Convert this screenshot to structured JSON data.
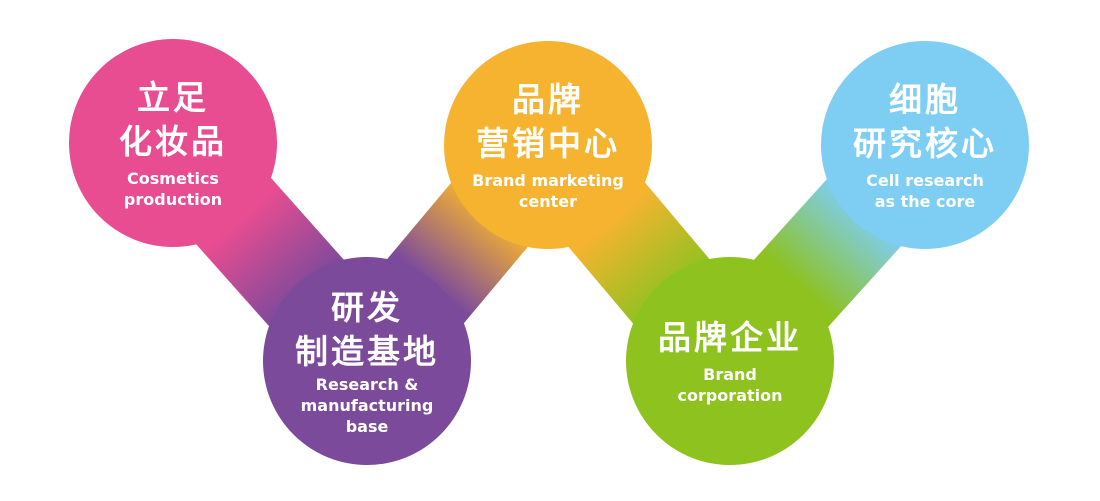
{
  "nodes": [
    {
      "zh1": "立足",
      "zh2": "化妆品",
      "en1": "Cosmetics",
      "en2": "production",
      "en3": "",
      "color": "#e84c91"
    },
    {
      "zh1": "研发",
      "zh2": "制造基地",
      "en1": "Research &",
      "en2": "manufacturing",
      "en3": "base",
      "color": "#7b4a9b"
    },
    {
      "zh1": "品牌",
      "zh2": "营销中心",
      "en1": "Brand marketing",
      "en2": "center",
      "en3": "",
      "color": "#f5b330"
    },
    {
      "zh1": "品牌企业",
      "zh2": "",
      "en1": "Brand",
      "en2": "corporation",
      "en3": "",
      "color": "#8dc21f"
    },
    {
      "zh1": "细胞",
      "zh2": "研究核心",
      "en1": "Cell research",
      "en2": "as the core",
      "en3": "",
      "color": "#7ecef4"
    }
  ]
}
